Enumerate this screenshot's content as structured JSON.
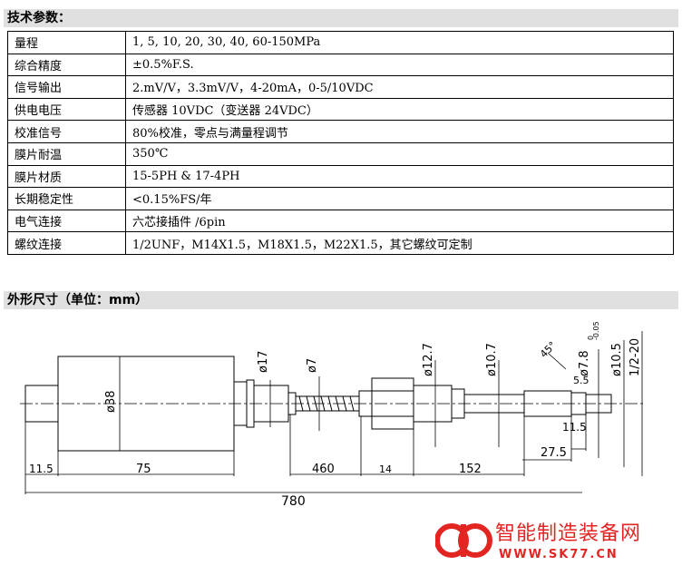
{
  "specs": {
    "heading": "技术参数：",
    "rows": [
      {
        "label": "量程",
        "value": "1, 5, 10, 20, 30, 40, 60-150MPa"
      },
      {
        "label": "综合精度",
        "value": "±0.5%F.S."
      },
      {
        "label": "信号输出",
        "value": "2.mV/V，3.3mV/V，4-20mA，0-5/10VDC"
      },
      {
        "label": "供电电压",
        "value": "传感器 10VDC（变送器 24VDC）"
      },
      {
        "label": "校准信号",
        "value": "80%校准，零点与满量程调节"
      },
      {
        "label": "膜片耐温",
        "value": "350℃"
      },
      {
        "label": "膜片材质",
        "value": "15-5PH & 17-4PH"
      },
      {
        "label": "长期稳定性",
        "value": "<0.15%FS/年"
      },
      {
        "label": "电气连接",
        "value": "六芯接插件 /6pin"
      },
      {
        "label": "螺纹连接",
        "value": "1/2UNF，M14X1.5，M18X1.5，M22X1.5，其它螺纹可定制"
      }
    ]
  },
  "dimensions": {
    "heading": "外形尺寸（单位：mm）",
    "labels": {
      "d38": "ø38",
      "d17": "ø17",
      "d7": "ø7",
      "d127": "ø12.7",
      "d107": "ø10.7",
      "d78": "ø7.8",
      "d78tol": "-0.05",
      "d78tolTop": "0",
      "d105": "ø10.5",
      "thread": "1/2-20",
      "angle": "45°",
      "l55": "5.5",
      "l115a": "11.5",
      "l75": "75",
      "l460": "460",
      "l14": "14",
      "l152": "152",
      "l115b": "11.5",
      "l275": "27.5",
      "l780": "780"
    }
  },
  "watermark": {
    "brand_cn": "智能制造装备网",
    "url": "WWW.SK77.CN",
    "brand_color": "#e32522"
  }
}
